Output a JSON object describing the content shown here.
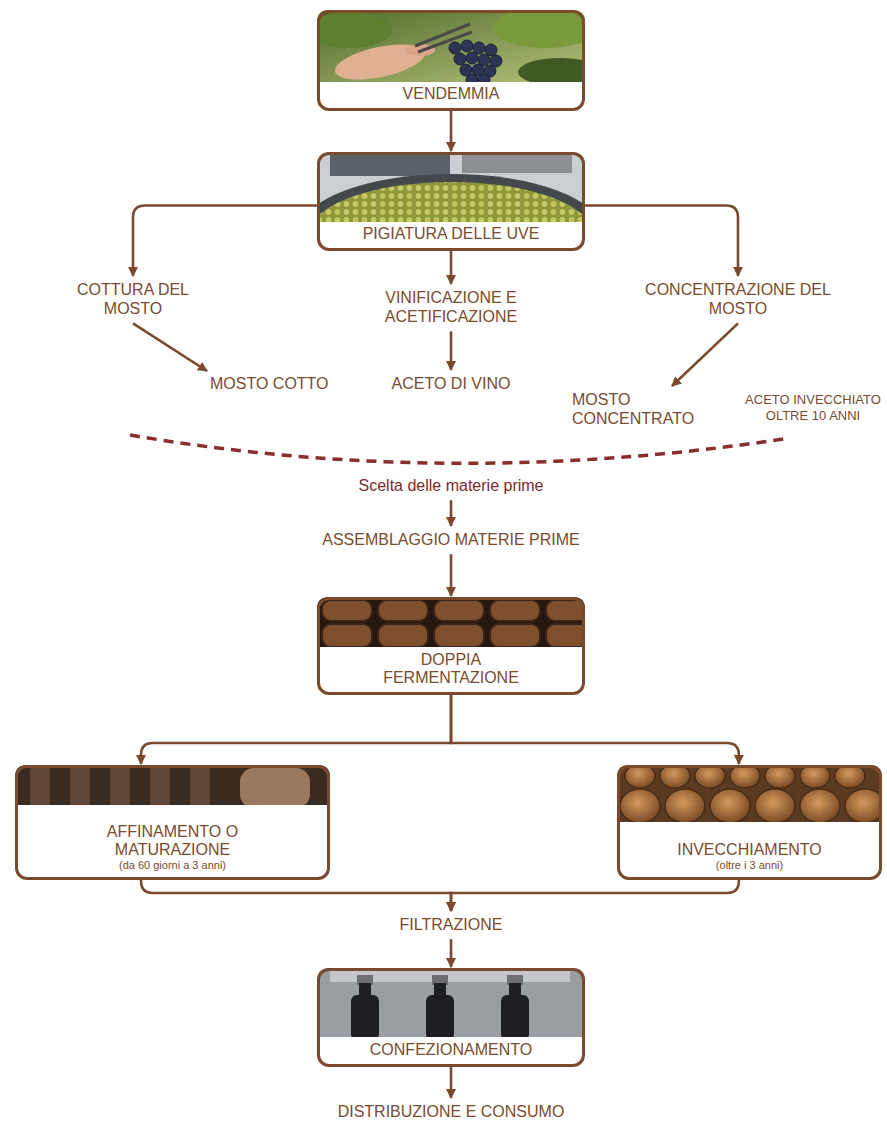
{
  "diagram": {
    "nodes": [
      {
        "text": [
          "VENDEMMIA"
        ]
      },
      {
        "text": [
          "PIGIATURA DELLE UVE"
        ]
      },
      {
        "text": [
          "COTTURA DEL MOSTO"
        ]
      },
      {
        "text": [
          "VINIFICAZIONE E ACETIFICAZIONE"
        ]
      },
      {
        "text": [
          "CONCENTRAZIONE DEL MOSTO"
        ]
      },
      {
        "text": [
          "MOSTO COTTO"
        ]
      },
      {
        "text": [
          "ACETO DI VINO"
        ]
      },
      {
        "text": [
          "MOSTO CONCENTRATO"
        ]
      },
      {
        "text": [
          "ACETO INVECCHIATO OLTRE 10 ANNI"
        ]
      },
      {
        "text": [
          "Scelta delle materie prime"
        ]
      },
      {
        "text": [
          "ASSEMBLAGGIO MATERIE PRIME"
        ]
      },
      {
        "text": [
          "DOPPIA FERMENTAZIONE"
        ]
      },
      {
        "text": [
          "AFFINAMENTO O MATURAZIONE",
          "(da 60 giorni a 3 anni)"
        ]
      },
      {
        "text": [
          "INVECCHIAMENTO",
          "(oltre i 3 anni)"
        ]
      },
      {
        "text": [
          "FILTRAZIONE"
        ]
      },
      {
        "text": [
          "CONFEZIONAMENTO"
        ]
      },
      {
        "text": [
          "DISTRIBUZIONE E CONSUMO"
        ]
      }
    ],
    "edges": [
      {
        "from": 0,
        "to": 1,
        "arrow": "to"
      },
      {
        "from": 1,
        "to": 2,
        "arrow": "to"
      },
      {
        "from": 1,
        "to": 3,
        "arrow": "to"
      },
      {
        "from": 1,
        "to": 4,
        "arrow": "to"
      },
      {
        "from": 2,
        "to": 5,
        "arrow": "to"
      },
      {
        "from": 3,
        "to": 6,
        "arrow": "to"
      },
      {
        "from": 4,
        "to": 7,
        "arrow": "to"
      },
      {
        "from": 9,
        "to": 10,
        "arrow": "to"
      },
      {
        "from": 10,
        "to": 11,
        "arrow": "to"
      },
      {
        "from": 11,
        "to": 12,
        "arrow": "to"
      },
      {
        "from": 11,
        "to": 13,
        "arrow": "to"
      },
      {
        "from": 12,
        "to": 14,
        "arrow": "to"
      },
      {
        "from": 13,
        "to": 14,
        "arrow": "to"
      },
      {
        "from": 14,
        "to": 15,
        "arrow": "to"
      },
      {
        "from": 15,
        "to": 16,
        "arrow": "to"
      }
    ]
  }
}
